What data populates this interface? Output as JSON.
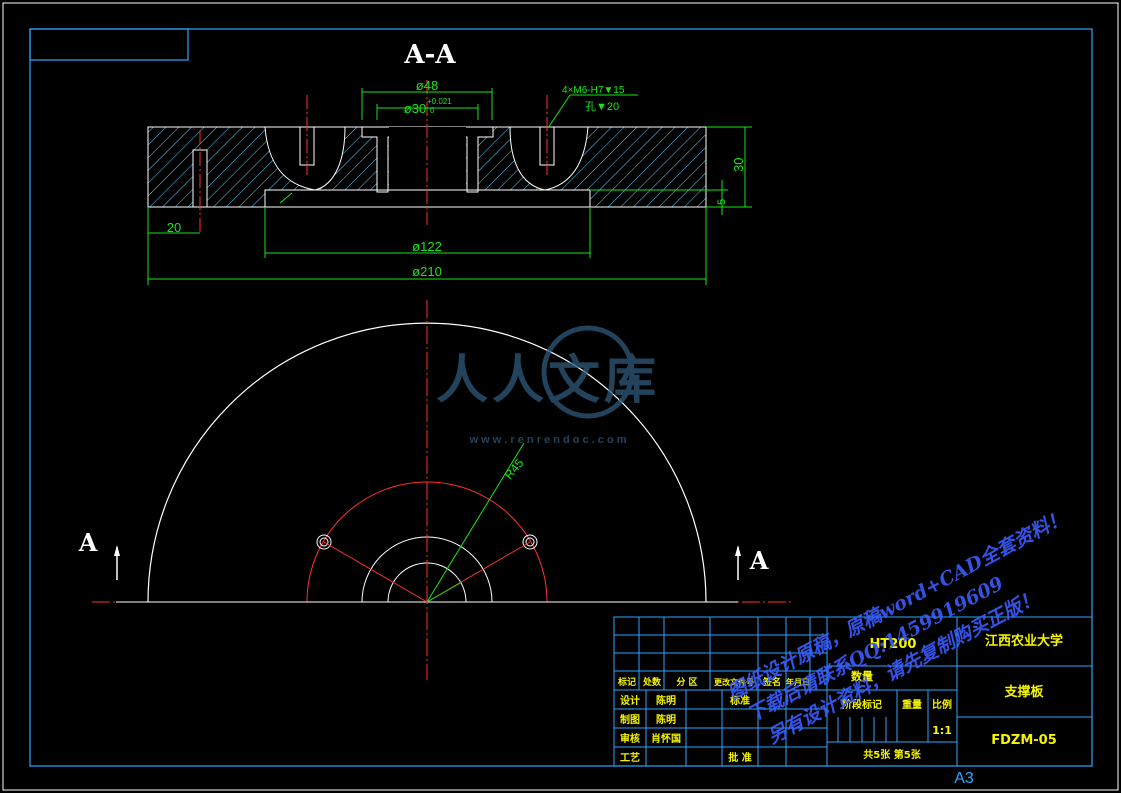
{
  "section_title": "A-A",
  "section_marker_left": "A",
  "section_marker_right": "A",
  "dimensions": {
    "d48": "ø48",
    "d30": "ø30",
    "d30_tol": "+0.021",
    "d30_tol_low": "0",
    "thread_note": "4×M6-H7▼15",
    "hole_note": "孔▼20",
    "h30": "30",
    "h5": "5",
    "w20": "20",
    "d122": "ø122",
    "d210": "ø210",
    "r45": "R45"
  },
  "title_block": {
    "material": "HT200",
    "school": "江西农业大学",
    "part_name": "支撑板",
    "drawing_no": "FDZM-05",
    "scale_label": "比例",
    "scale_value": "1:1",
    "weight_label": "重量",
    "stage_label": "阶段标记",
    "qty_label": "数量",
    "sheets": "共5张   第5张",
    "row_labels": [
      "标记",
      "处数",
      "分 区",
      "更改文件号",
      "签名",
      "年月日"
    ],
    "design_label": "设计",
    "design_name": "陈明",
    "draw_label": "制图",
    "draw_name": "陈明",
    "check_label": "审核",
    "check_name": "肖怀国",
    "process_label": "工艺",
    "std_label": "标准",
    "approve_label": "批 准"
  },
  "sheet_size": "A3",
  "watermark": {
    "brand": "人人文库",
    "url": "w w w . r e n r e n d o c . c o m",
    "line1": "图纸设计原稿，原稿word+CAD全套资料！",
    "line2": "下载后请联系QQ:1459919609",
    "line3": "另有设计资料，请先复制购买正版！"
  }
}
